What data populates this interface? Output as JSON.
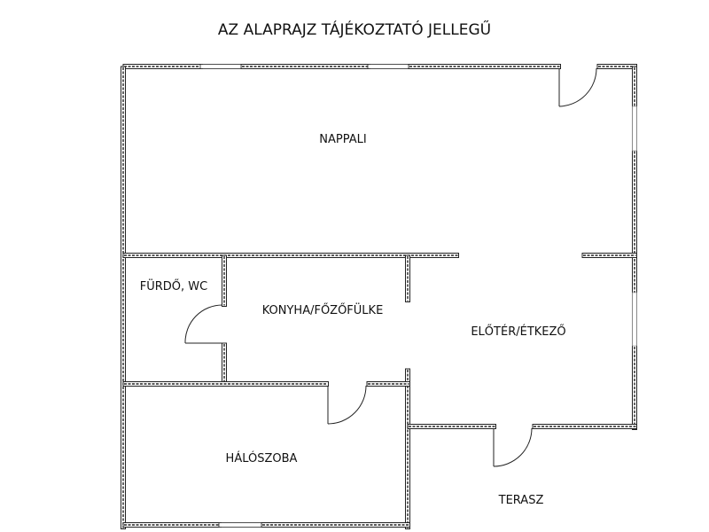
{
  "title": "AZ ALAPRAJZ TÁJÉKOZTATÓ JELLEGŰ",
  "rooms": {
    "living_room": "NAPPALI",
    "bathroom": "FÜRDŐ, WC",
    "kitchen": "KONYHA/FŐZŐFÜLKE",
    "hall_dining": "ELŐTÉR/ÉTKEZŐ",
    "bedroom": "HÁLÓSZOBA",
    "terrace": "TERASZ"
  },
  "colors": {
    "wall": "#222222",
    "background": "#ffffff"
  }
}
